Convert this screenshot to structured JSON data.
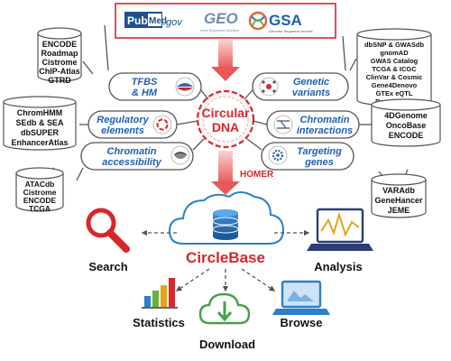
{
  "sources": {
    "pubmed": {
      "pub": "Pub",
      "med": "Med",
      "suffix": ".gov"
    },
    "geo": {
      "name": "GEO",
      "caption": "Gene Expression Omnibus"
    },
    "gsa": {
      "name": "GSA",
      "caption": "Genome Sequence Archive"
    }
  },
  "center": {
    "line1": "Circular",
    "line2": "DNA"
  },
  "categories": {
    "tfbs": {
      "line1": "TFBS",
      "line2": "& HM"
    },
    "genetic": {
      "line1": "Genetic",
      "line2": "variants"
    },
    "regulatory": {
      "line1": "Regulatory",
      "line2": "elements"
    },
    "chromatin_interactions": {
      "line1": "Chromatin",
      "line2": "interactions"
    },
    "accessibility": {
      "line1": "Chromatin",
      "line2": "accessibility"
    },
    "targeting": {
      "line1": "Targeting",
      "line2": "genes"
    }
  },
  "databases": {
    "tfbs": [
      "ENCODE",
      "Roadmap",
      "Cistrome",
      "ChIP-Atlas",
      "GTRD"
    ],
    "genetic": [
      "dbSNP & GWASdb",
      "gnomAD",
      "GWAS Catalog",
      "TCGA & ICGC",
      "ClinVar & Cosmic",
      "Gene4Denovo",
      "GTEx eQTL",
      "PancanQTL"
    ],
    "regulatory": [
      "ChromHMM",
      "SEdb & SEA",
      "dbSUPER",
      "EnhancerAtlas"
    ],
    "chromatin_interactions": [
      "4DGenome",
      "OncoBase",
      "ENCODE"
    ],
    "accessibility": [
      "ATACdb",
      "Cistrome",
      "ENCODE",
      "TCGA"
    ],
    "targeting": [
      "VARAdb",
      "GeneHancer",
      "JEME"
    ]
  },
  "homer": "HOMER",
  "circlebase": "CircleBase",
  "features": {
    "search": "Search",
    "analysis": "Analysis",
    "statistics": "Statistics",
    "download": "Download",
    "browse": "Browse"
  },
  "colors": {
    "accent_blue": "#1e5fb3",
    "accent_red": "#d9262b",
    "arrow_pink": "#f08a8a"
  }
}
